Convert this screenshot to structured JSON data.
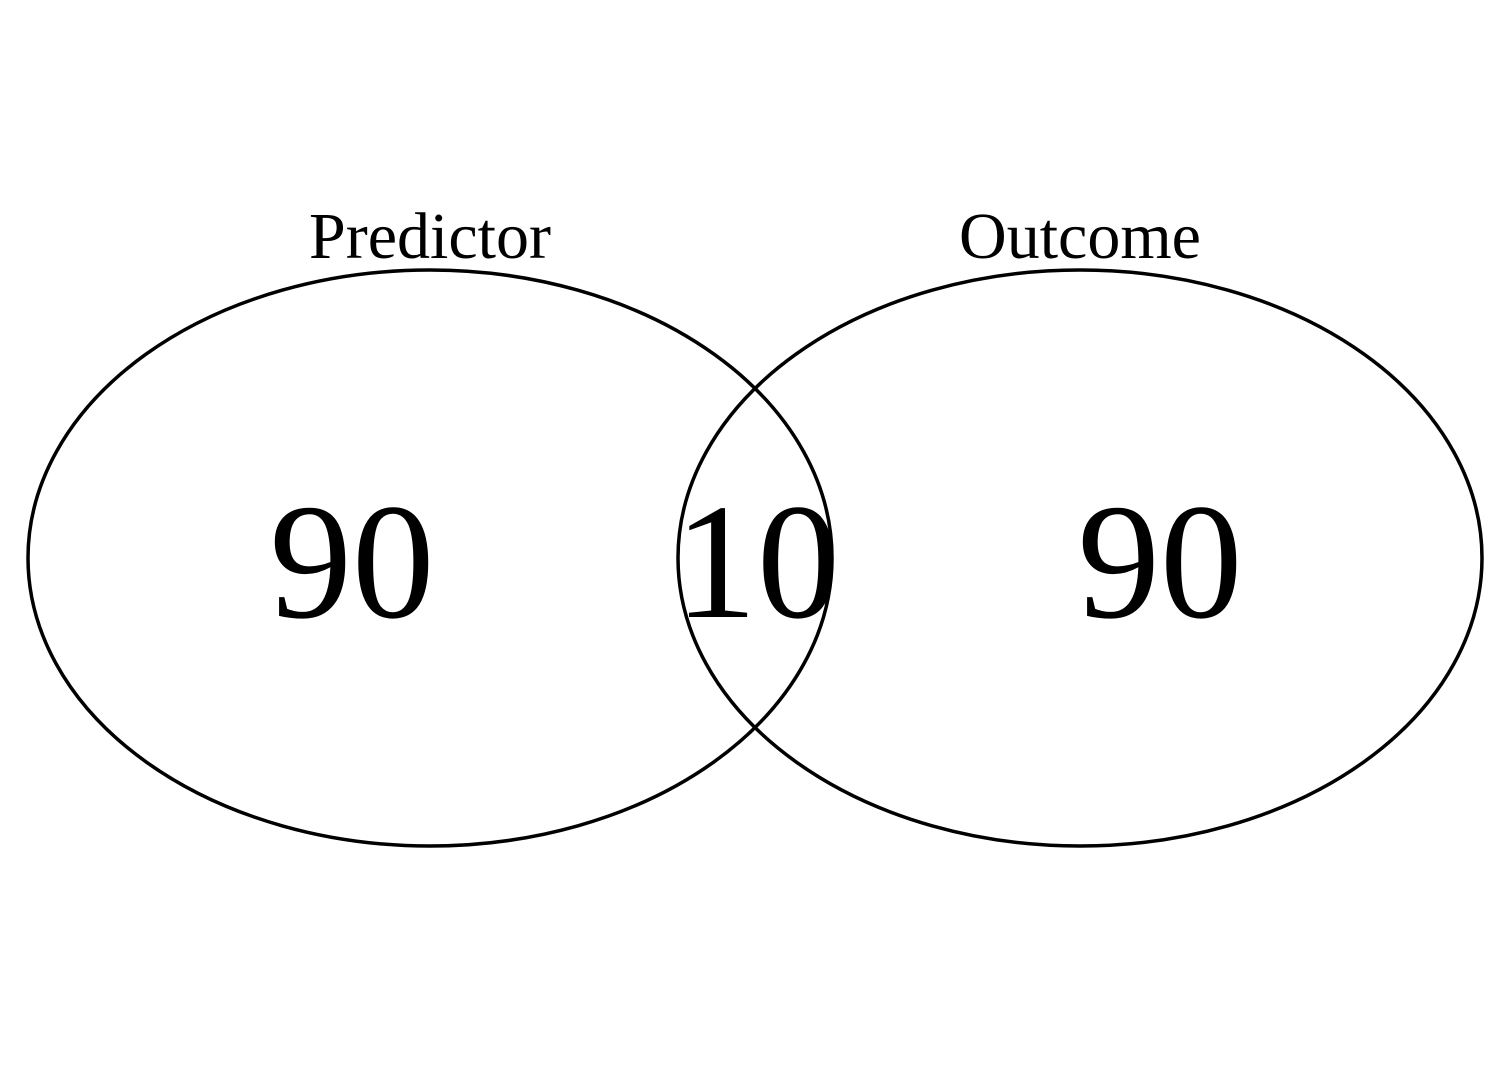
{
  "diagram": {
    "type": "venn",
    "sets": [
      {
        "label": "Predictor",
        "only_count": "90"
      },
      {
        "label": "Outcome",
        "only_count": "90"
      }
    ],
    "intersection_count": "10",
    "colors": {
      "background": "#ffffff",
      "stroke": "#000000",
      "text": "#000000"
    }
  }
}
